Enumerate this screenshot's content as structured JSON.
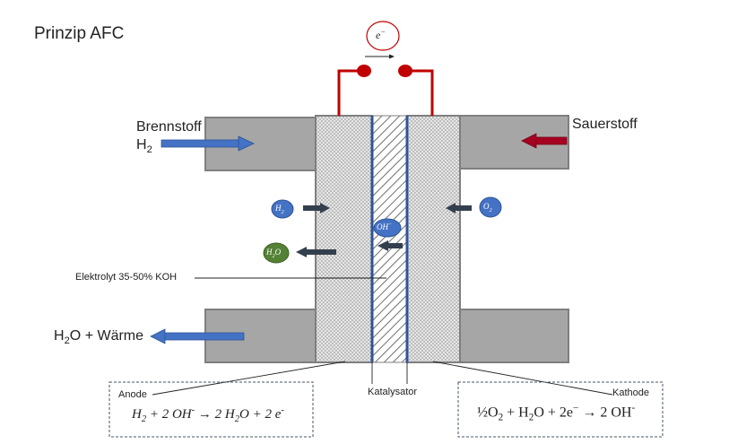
{
  "title": "Prinzip AFC",
  "electron": {
    "symbol": "e",
    "charge": "−"
  },
  "fuel_label": {
    "line1": "Brennstoff",
    "formula": "H",
    "sub": "2"
  },
  "oxidant_label": "Sauerstoff",
  "waste_label": {
    "pre": "H",
    "sub": "2",
    "post": "O + Wärme"
  },
  "electrolyte_label": "Elektrolyt 35-50% KOH",
  "catalyst_label": "Katalysator",
  "anode": {
    "label": "Anode",
    "equation": {
      "a": "H",
      "a_sub": "2",
      "b": " + 2 OH",
      "b_sup": "-",
      "c": " → 2 H",
      "c_sub": "2",
      "d": "O + 2 e",
      "d_sup": "-"
    }
  },
  "cathode": {
    "label": "Kathode",
    "equation": {
      "a": "½O",
      "a_sub": "2",
      "b": " + H",
      "b_sub": "2",
      "c": "O + 2e",
      "c_sup": "−",
      "d": " → 2 OH",
      "d_sup": "-"
    }
  },
  "molecules": {
    "h2": {
      "text": "H",
      "sub": "2"
    },
    "o2": {
      "text": "O",
      "sub": "2"
    },
    "h2o": {
      "pre": "H",
      "sub": "2",
      "post": "O"
    },
    "oh": {
      "text": "OH",
      "sup": "−"
    }
  },
  "colors": {
    "plate": "#a6a6a6",
    "plate_border": "#7f7f7f",
    "wire": "#c00000",
    "terminal": "#c00000",
    "fuel_arrow": "#4472c4",
    "oxidant_arrow": "#a50021",
    "molecule_blue": "#4472c4",
    "molecule_green": "#548235",
    "inner_arrow": "#333f4f",
    "separator": "#2f5597"
  }
}
